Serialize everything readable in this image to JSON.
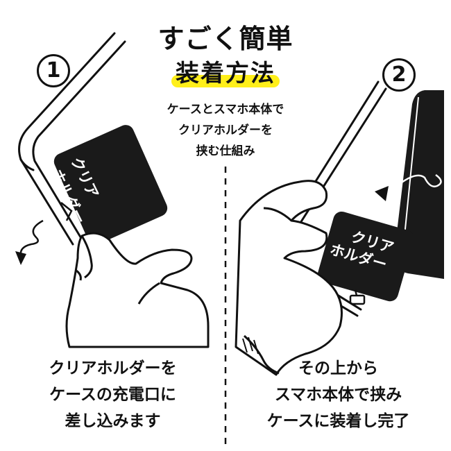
{
  "title": {
    "line1": "すごく簡単",
    "line2": "装着方法"
  },
  "description": {
    "line1": "ケースとスマホ本体で",
    "line2": "クリアホルダーを",
    "line3": "挟む仕組み"
  },
  "step1": {
    "number": "1",
    "holder_line1": "クリア",
    "holder_line2": "ホルダー",
    "caption_line1": "クリアホルダーを",
    "caption_line2": "ケースの充電口に",
    "caption_line3": "差し込みます"
  },
  "step2": {
    "number": "2",
    "holder_line1": "クリア",
    "holder_line2": "ホルダー",
    "caption_line1": "その上から",
    "caption_line2": "スマホ本体で挟み",
    "caption_line3": "ケースに装着し完了"
  },
  "colors": {
    "highlight": "#ffef1a",
    "ink": "#111111",
    "holder_fill": "#1a1a1a"
  }
}
